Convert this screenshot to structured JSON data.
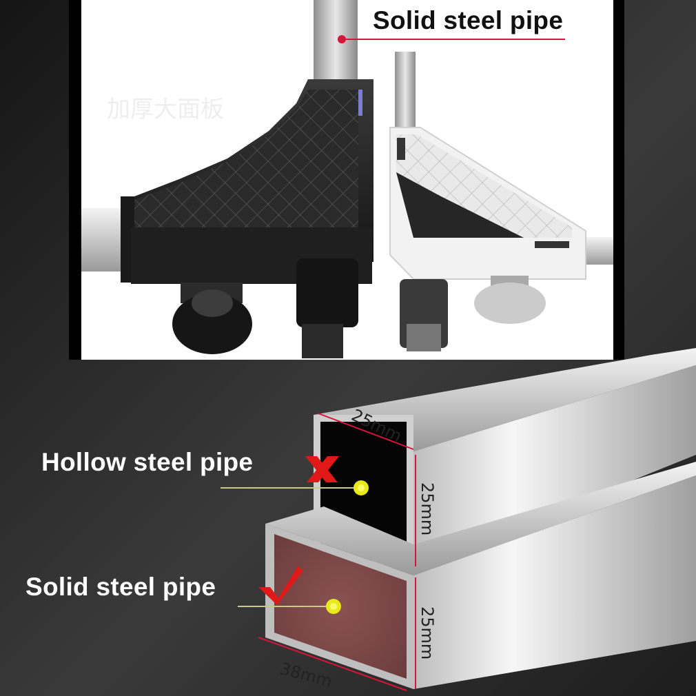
{
  "labels": {
    "top_solid": "Solid steel pipe",
    "hollow": "Hollow steel pipe",
    "solid": "Solid steel pipe"
  },
  "dimensions": {
    "top_width": "25mm",
    "hollow_height": "25mm",
    "solid_height": "25mm",
    "solid_width": "38mm"
  },
  "colors": {
    "accent_red": "#d6153a",
    "pointer_yellow": "#e8e81a",
    "pointer_line": "#c9c98a",
    "solid_face": "#7a4747"
  }
}
